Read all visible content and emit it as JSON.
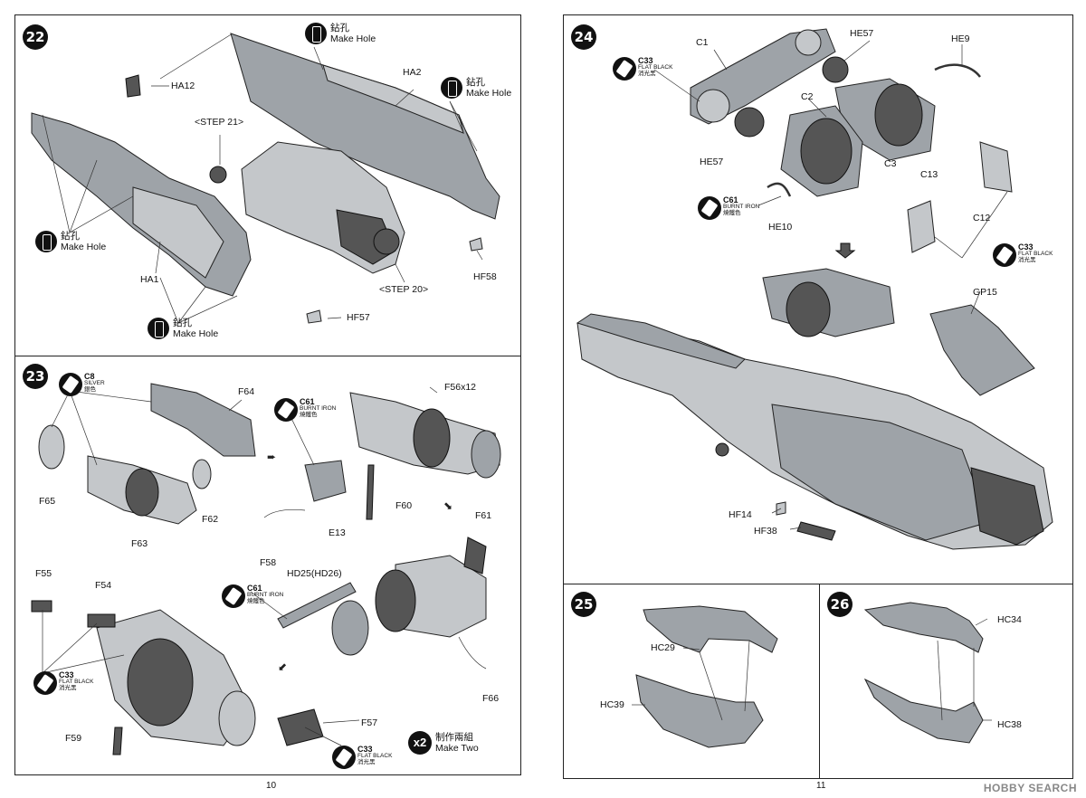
{
  "left_page": {
    "page_number": "10",
    "step22": {
      "badge": "22",
      "labels": {
        "ha12": "HA12",
        "ha2": "HA2",
        "step21": "<STEP 21>",
        "ha1": "HA1",
        "step20": "<STEP 20>",
        "hf58": "HF58",
        "hf57": "HF57"
      },
      "holes": [
        {
          "jp": "鉆孔",
          "en": "Make Hole"
        },
        {
          "jp": "鉆孔",
          "en": "Make Hole"
        },
        {
          "jp": "鉆孔",
          "en": "Make Hole"
        },
        {
          "jp": "鉆孔",
          "en": "Make Hole"
        }
      ]
    },
    "step23": {
      "badge": "23",
      "labels": {
        "f64": "F64",
        "f56x12": "F56x12",
        "f65": "F65",
        "f62": "F62",
        "f63": "F63",
        "e13": "E13",
        "f60": "F60",
        "f58": "F58",
        "f61": "F61",
        "hd25": "HD25(HD26)",
        "f55": "F55",
        "f54": "F54",
        "f59": "F59",
        "f57": "F57",
        "f66": "F66"
      },
      "paints": [
        {
          "code": "C8",
          "name": "SILVER",
          "jp": "銀色"
        },
        {
          "code": "C61",
          "name": "BURNT IRON",
          "jp": "燒鐵色"
        },
        {
          "code": "C61",
          "name": "BURNT IRON",
          "jp": "燒鐵色"
        },
        {
          "code": "C33",
          "name": "FLAT BLACK",
          "jp": "消光黑"
        },
        {
          "code": "C33",
          "name": "FLAT BLACK",
          "jp": "消光黑"
        }
      ],
      "make_two": {
        "count": "x2",
        "jp": "制作兩組",
        "en": "Make Two"
      }
    }
  },
  "right_page": {
    "page_number": "11",
    "step24": {
      "badge": "24",
      "labels": {
        "c1": "C1",
        "he57a": "HE57",
        "he9": "HE9",
        "c2": "C2",
        "he57b": "HE57",
        "c3": "C3",
        "c13": "C13",
        "c12": "C12",
        "he10": "HE10",
        "gp15": "GP15",
        "hf14": "HF14",
        "hf38": "HF38"
      },
      "paints": [
        {
          "code": "C33",
          "name": "FLAT BLACK",
          "jp": "消光黑"
        },
        {
          "code": "C61",
          "name": "BURNT IRON",
          "jp": "燒鐵色"
        },
        {
          "code": "C33",
          "name": "FLAT BLACK",
          "jp": "消光黑"
        }
      ]
    },
    "step25": {
      "badge": "25",
      "labels": {
        "hc29": "HC29",
        "hc39": "HC39"
      }
    },
    "step26": {
      "badge": "26",
      "labels": {
        "hc34": "HC34",
        "hc38": "HC38"
      }
    }
  },
  "watermark": "HOBBY SEARCH",
  "colors": {
    "part_gray": "#9ea3a8",
    "line": "#222222",
    "badge": "#111111"
  }
}
